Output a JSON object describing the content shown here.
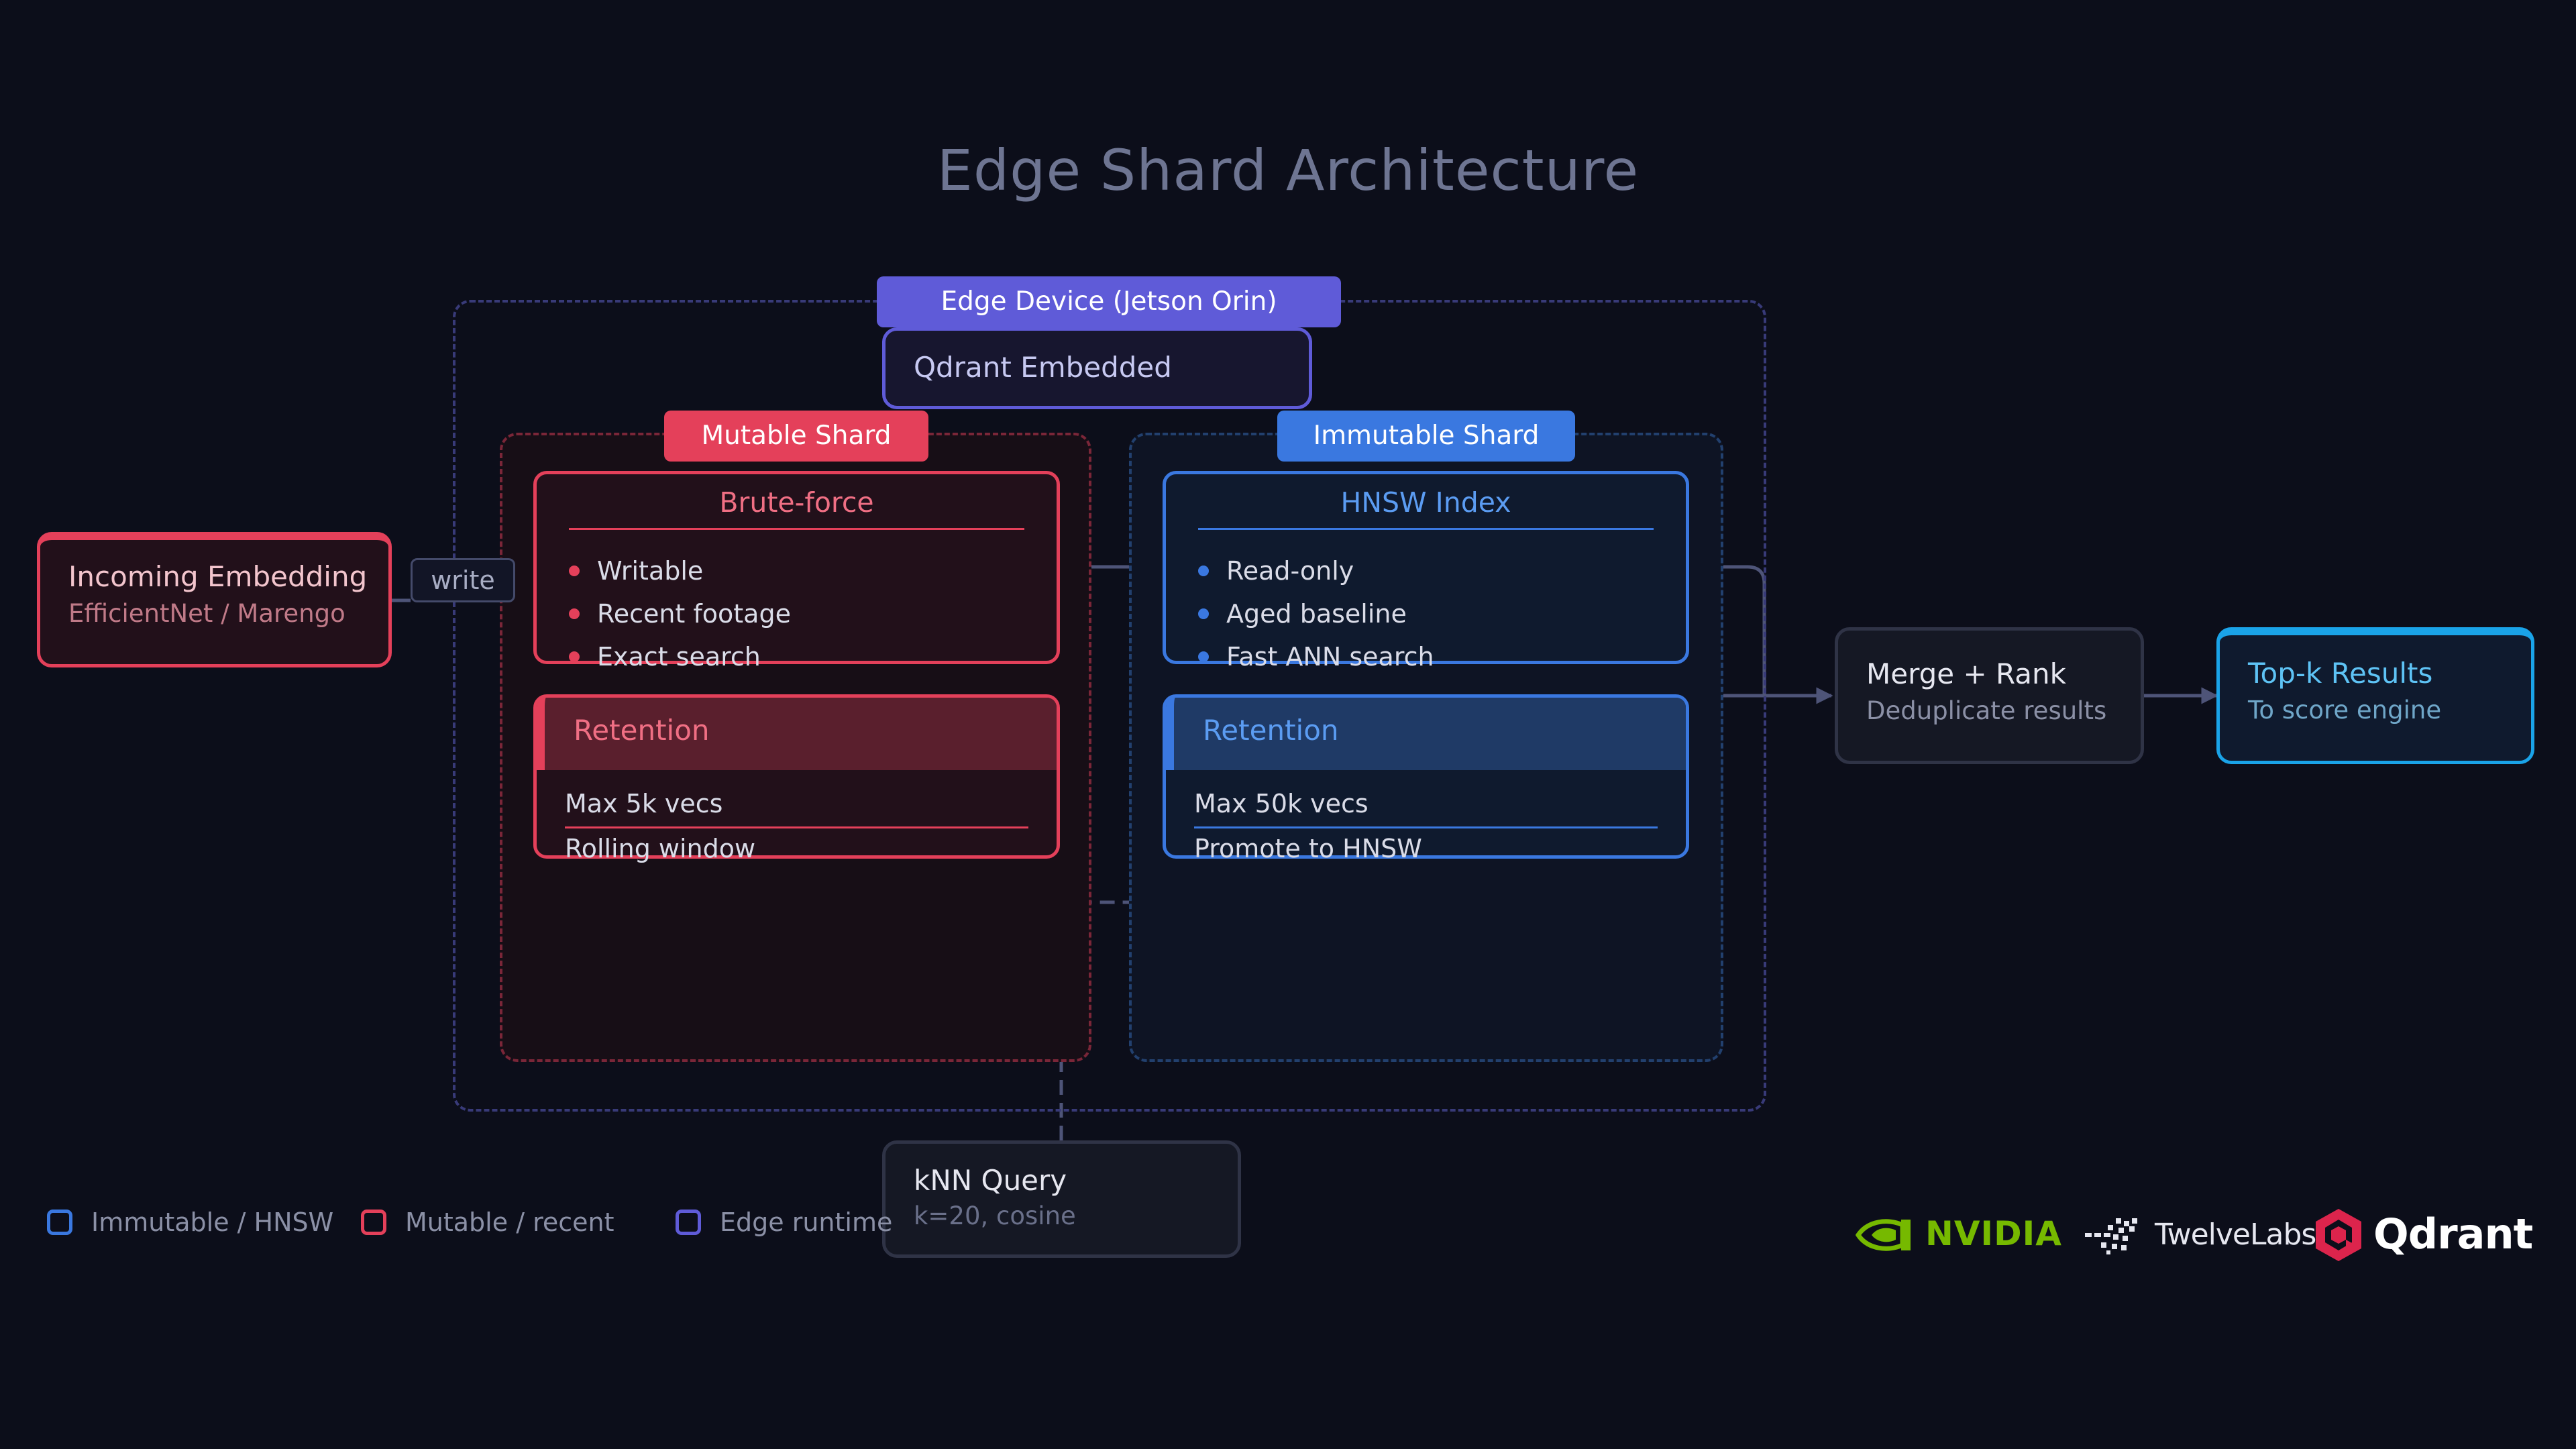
{
  "title": "Edge Shard Architecture",
  "edge_device": {
    "label": "Edge Device (Jetson Orin)",
    "runtime": "Qdrant Embedded"
  },
  "mutable_shard": {
    "label": "Mutable Shard",
    "index": {
      "title": "Brute-force",
      "items": [
        "Writable",
        "Recent footage",
        "Exact search"
      ]
    },
    "retention": {
      "title": "Retention",
      "rows": [
        "Max 5k vecs",
        "Rolling window"
      ]
    }
  },
  "immutable_shard": {
    "label": "Immutable Shard",
    "index": {
      "title": "HNSW Index",
      "items": [
        "Read-only",
        "Aged baseline",
        "Fast ANN search"
      ]
    },
    "retention": {
      "title": "Retention",
      "rows": [
        "Max 50k vecs",
        "Promote to HNSW"
      ]
    }
  },
  "incoming": {
    "title": "Incoming Embedding",
    "subtitle": "EfficientNet / Marengo"
  },
  "write_label": "write",
  "merge": {
    "title": "Merge + Rank",
    "subtitle": "Deduplicate results"
  },
  "results": {
    "title": "Top-k Results",
    "subtitle": "To score engine"
  },
  "query": {
    "title": "kNN Query",
    "subtitle": "k=20, cosine"
  },
  "legend": [
    {
      "label": "Immutable / HNSW",
      "color": "#3a78e0"
    },
    {
      "label": "Mutable / recent",
      "color": "#e4405a"
    },
    {
      "label": "Edge runtime",
      "color": "#5f5bd8"
    }
  ],
  "logos": {
    "nvidia": "NVIDIA",
    "twelvelabs": "TwelveLabs",
    "qdrant": "Qdrant"
  },
  "colors": {
    "background": "#0c0e1a",
    "mutable": "#e4405a",
    "immutable": "#3a78e0",
    "edge": "#5f5bd8",
    "results": "#1aa3e8",
    "nvidia_green": "#76b900"
  }
}
